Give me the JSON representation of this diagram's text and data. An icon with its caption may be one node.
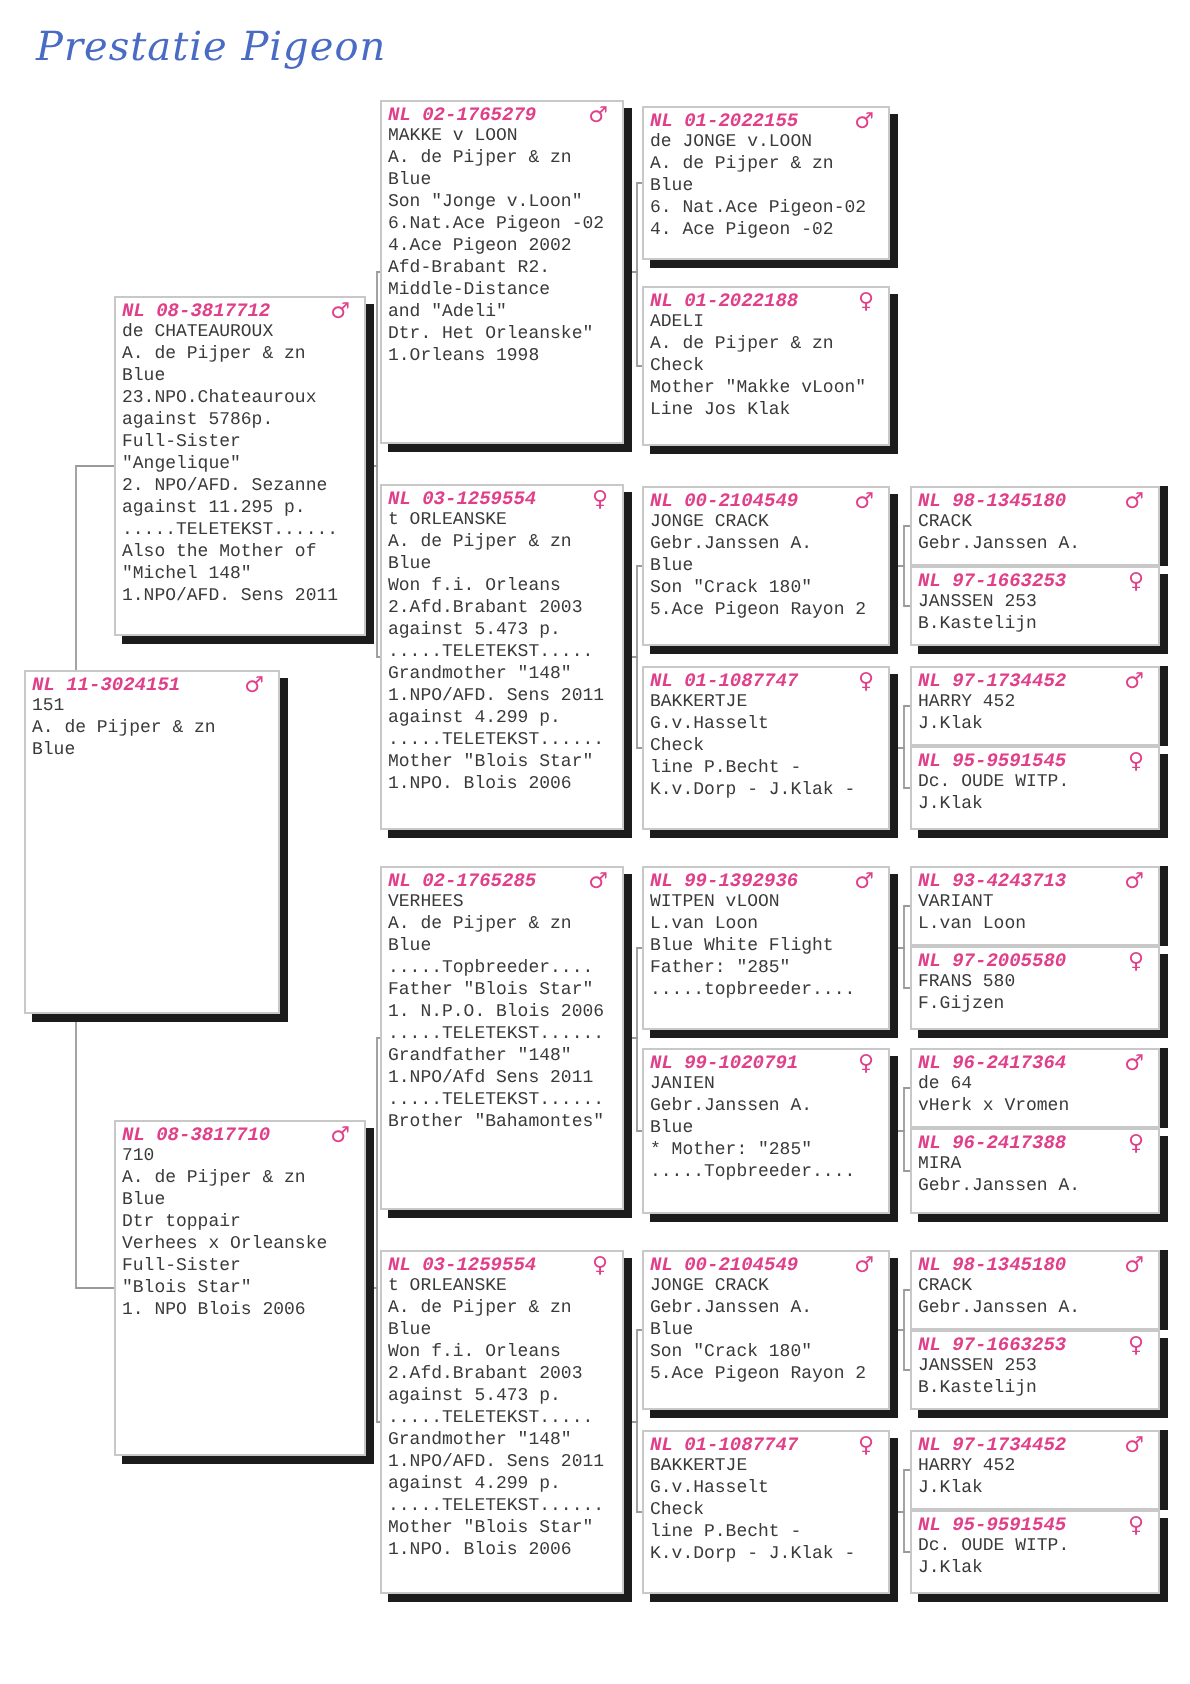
{
  "diagram": {
    "title": "Prestatie Pigeon",
    "nodes": [
      {
        "text": [
          "NL 11-3024151",
          "♂",
          "151",
          "A. de Pijper & zn",
          "Blue"
        ]
      },
      {
        "text": [
          "NL 08-3817712",
          "♂",
          "de CHATEAUROUX",
          "A. de Pijper & zn",
          "Blue",
          "23.NPO.Chateauroux",
          "against 5786p.",
          "Full-Sister",
          "\"Angelique\"",
          "2. NPO/AFD. Sezanne",
          "against 11.295 p.",
          ".....TELETEKST......",
          "Also the Mother of",
          "\"Michel 148\"",
          "1.NPO/AFD. Sens 2011"
        ]
      },
      {
        "text": [
          "NL 02-1765279",
          "♂",
          "MAKKE v LOON",
          "A. de Pijper & zn",
          "Blue",
          "Son \"Jonge v.Loon\"",
          "6.Nat.Ace Pigeon -02",
          "4.Ace Pigeon 2002",
          "Afd-Brabant R2.",
          "Middle-Distance",
          "and \"Adeli\"",
          "Dtr. Het Orleanske\"",
          "1.Orleans 1998"
        ]
      },
      {
        "text": [
          "NL 01-2022155",
          "♂",
          "de JONGE v.LOON",
          "A. de Pijper & zn",
          "Blue",
          "6. Nat.Ace Pigeon-02",
          "4. Ace Pigeon -02"
        ]
      },
      {
        "text": [
          "NL 01-2022188",
          "♀",
          "ADELI",
          "A. de Pijper & zn",
          "Check",
          "Mother \"Makke vLoon\"",
          "Line Jos Klak"
        ]
      },
      {
        "text": [
          "NL 03-1259554",
          "♀",
          "t ORLEANSKE",
          "A. de Pijper & zn",
          "Blue",
          "Won f.i. Orleans",
          "2.Afd.Brabant 2003",
          "against 5.473 p.",
          ".....TELETEKST.....",
          "Grandmother \"148\"",
          "1.NPO/AFD. Sens 2011",
          "against 4.299 p.",
          ".....TELETEKST......",
          "Mother \"Blois Star\"",
          "1.NPO. Blois 2006"
        ]
      },
      {
        "text": [
          "NL 00-2104549",
          "♂",
          "JONGE CRACK",
          "Gebr.Janssen A.",
          "Blue",
          "Son \"Crack 180\"",
          "5.Ace Pigeon Rayon 2"
        ]
      },
      {
        "text": [
          "NL 98-1345180",
          "♂",
          "CRACK",
          "Gebr.Janssen A."
        ]
      },
      {
        "text": [
          "NL 97-1663253",
          "♀",
          "JANSSEN 253",
          "B.Kastelijn"
        ]
      },
      {
        "text": [
          "NL 01-1087747",
          "♀",
          "BAKKERTJE",
          "G.v.Hasselt",
          "Check",
          "line P.Becht -",
          "K.v.Dorp - J.Klak -"
        ]
      },
      {
        "text": [
          "NL 97-1734452",
          "♂",
          "HARRY 452",
          "J.Klak"
        ]
      },
      {
        "text": [
          "NL 95-9591545",
          "♀",
          "Dc. OUDE WITP.",
          "J.Klak"
        ]
      },
      {
        "text": [
          "NL 08-3817710",
          "♂",
          "710",
          "A. de Pijper & zn",
          "Blue",
          "Dtr toppair",
          "Verhees x Orleanske",
          "Full-Sister",
          "\"Blois Star\"",
          "1. NPO Blois 2006"
        ]
      },
      {
        "text": [
          "NL 02-1765285",
          "♂",
          "VERHEES",
          "A. de Pijper & zn",
          "Blue",
          ".....Topbreeder....",
          "Father \"Blois Star\"",
          "1. N.P.O. Blois 2006",
          ".....TELETEKST......",
          "Grandfather \"148\"",
          "1.NPO/Afd Sens 2011",
          ".....TELETEKST......",
          "Brother \"Bahamontes\""
        ]
      },
      {
        "text": [
          "NL 99-1392936",
          "♂",
          "WITPEN vLOON",
          "L.van Loon",
          "Blue White Flight",
          "Father: \"285\"",
          ".....topbreeder...."
        ]
      },
      {
        "text": [
          "NL 93-4243713",
          "♂",
          "VARIANT",
          "L.van Loon"
        ]
      },
      {
        "text": [
          "NL 97-2005580",
          "♀",
          "FRANS 580",
          "F.Gijzen"
        ]
      },
      {
        "text": [
          "NL 99-1020791",
          "♀",
          "JANIEN",
          "Gebr.Janssen A.",
          "Blue",
          "* Mother: \"285\"",
          ".....Topbreeder...."
        ]
      },
      {
        "text": [
          "NL 96-2417364",
          "♂",
          "de 64",
          "vHerk x Vromen"
        ]
      },
      {
        "text": [
          "NL 96-2417388",
          "♀",
          "MIRA",
          "Gebr.Janssen A."
        ]
      },
      {
        "text": [
          "NL 03-1259554",
          "♀",
          "t ORLEANSKE",
          "A. de Pijper & zn",
          "Blue",
          "Won f.i. Orleans",
          "2.Afd.Brabant 2003",
          "against 5.473 p.",
          ".....TELETEKST.....",
          "Grandmother \"148\"",
          "1.NPO/AFD. Sens 2011",
          "against 4.299 p.",
          ".....TELETEKST......",
          "Mother \"Blois Star\"",
          "1.NPO. Blois 2006"
        ]
      },
      {
        "text": [
          "NL 00-2104549",
          "♂",
          "JONGE CRACK",
          "Gebr.Janssen A.",
          "Blue",
          "Son \"Crack 180\"",
          "5.Ace Pigeon Rayon 2"
        ]
      },
      {
        "text": [
          "NL 98-1345180",
          "♂",
          "CRACK",
          "Gebr.Janssen A."
        ]
      },
      {
        "text": [
          "NL 97-1663253",
          "♀",
          "JANSSEN 253",
          "B.Kastelijn"
        ]
      },
      {
        "text": [
          "NL 01-1087747",
          "♀",
          "BAKKERTJE",
          "G.v.Hasselt",
          "Check",
          "line P.Becht -",
          "K.v.Dorp - J.Klak -"
        ]
      },
      {
        "text": [
          "NL 97-1734452",
          "♂",
          "HARRY 452",
          "J.Klak"
        ]
      },
      {
        "text": [
          "NL 95-9591545",
          "♀",
          "Dc. OUDE WITP.",
          "J.Klak"
        ]
      }
    ],
    "edges": [
      {
        "from": 0,
        "to": 1,
        "arrow": "none"
      },
      {
        "from": 0,
        "to": 12,
        "arrow": "none"
      },
      {
        "from": 1,
        "to": 2,
        "arrow": "none"
      },
      {
        "from": 1,
        "to": 5,
        "arrow": "none"
      },
      {
        "from": 2,
        "to": 3,
        "arrow": "none"
      },
      {
        "from": 2,
        "to": 4,
        "arrow": "none"
      },
      {
        "from": 5,
        "to": 6,
        "arrow": "none"
      },
      {
        "from": 5,
        "to": 9,
        "arrow": "none"
      },
      {
        "from": 6,
        "to": 7,
        "arrow": "none"
      },
      {
        "from": 6,
        "to": 8,
        "arrow": "none"
      },
      {
        "from": 9,
        "to": 10,
        "arrow": "none"
      },
      {
        "from": 9,
        "to": 11,
        "arrow": "none"
      },
      {
        "from": 12,
        "to": 13,
        "arrow": "none"
      },
      {
        "from": 12,
        "to": 20,
        "arrow": "none"
      },
      {
        "from": 13,
        "to": 14,
        "arrow": "none"
      },
      {
        "from": 13,
        "to": 17,
        "arrow": "none"
      },
      {
        "from": 14,
        "to": 15,
        "arrow": "none"
      },
      {
        "from": 14,
        "to": 16,
        "arrow": "none"
      },
      {
        "from": 17,
        "to": 18,
        "arrow": "none"
      },
      {
        "from": 17,
        "to": 19,
        "arrow": "none"
      },
      {
        "from": 20,
        "to": 21,
        "arrow": "none"
      },
      {
        "from": 20,
        "to": 24,
        "arrow": "none"
      },
      {
        "from": 21,
        "to": 22,
        "arrow": "none"
      },
      {
        "from": 21,
        "to": 23,
        "arrow": "none"
      },
      {
        "from": 24,
        "to": 25,
        "arrow": "none"
      },
      {
        "from": 24,
        "to": 26,
        "arrow": "none"
      }
    ]
  }
}
